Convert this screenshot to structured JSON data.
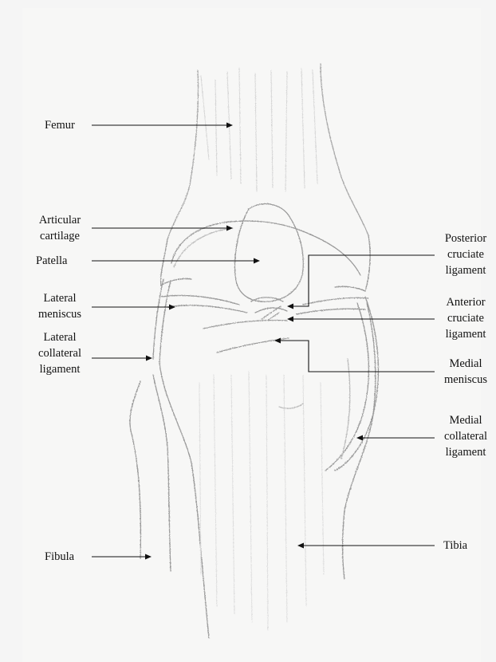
{
  "labels": {
    "femur": "Femur",
    "articular_cartilage": "Articular\ncartilage",
    "patella": "Patella",
    "lateral_meniscus": "Lateral\nmeniscus",
    "lateral_collateral_ligament": "Lateral\ncollateral\nligament",
    "fibula": "Fibula",
    "posterior_cruciate_ligament": "Posterior\ncruciate\nligament",
    "anterior_cruciate_ligament": "Anterior\ncruciate\nligament",
    "medial_meniscus": "Medial\nmeniscus",
    "medial_collateral_ligament": "Medial\ncollateral\nligament",
    "tibia": "Tibia"
  },
  "colors": {
    "pencil": "#9a9a9a",
    "pencil_light": "#cfcfcf",
    "arrow": "#111111",
    "paper": "#f7f7f6"
  }
}
